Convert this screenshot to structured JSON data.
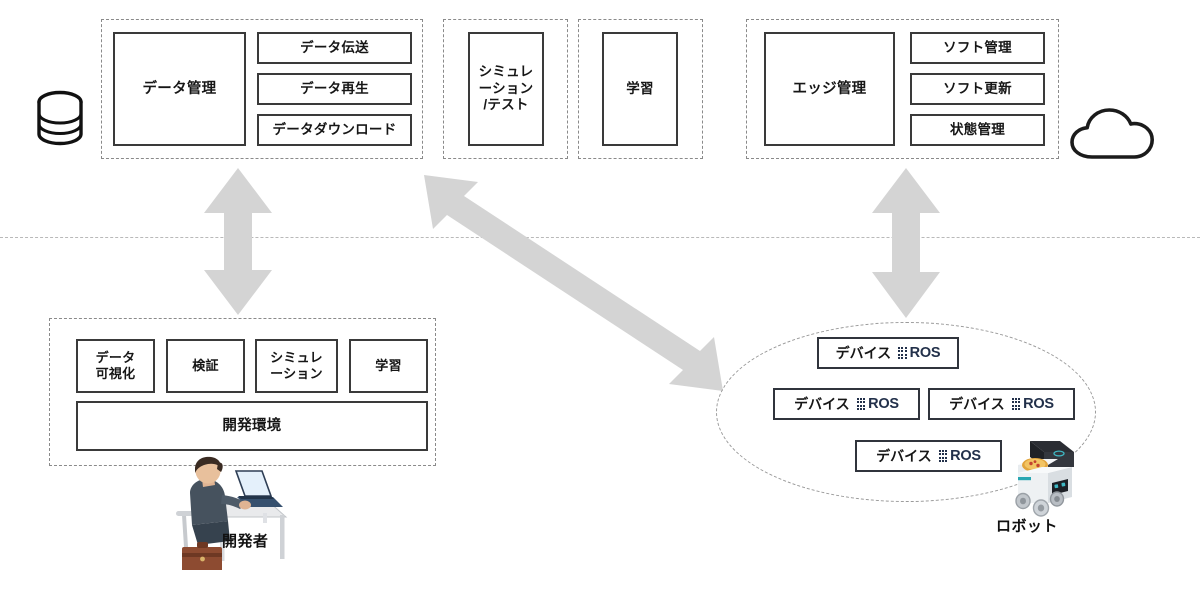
{
  "diagram": {
    "title": "Cloud / Edge robot development platform architecture",
    "separator_label": "cloud-edge-boundary",
    "colors": {
      "arrow_gray": "#d4d4d4",
      "group_dash": "#8a8a8a",
      "box_border": "#3a3a3a",
      "ros_navy": "#22304a",
      "separator": "#b9b9b9"
    }
  },
  "icons": {
    "database": "database-cylinder-icon",
    "cloud": "cloud-icon",
    "developer": "developer-at-desk-illustration",
    "robot": "delivery-robot-illustration"
  },
  "cloud_layer": {
    "group_data": {
      "main_box": "データ管理",
      "sub_boxes": [
        "データ伝送",
        "データ再生",
        "データダウンロード"
      ]
    },
    "group_sim": {
      "main_box": "シミュレ\nーション\n/テスト",
      "main_box_lines": [
        "シミュレ",
        "ーション",
        "/テスト"
      ]
    },
    "group_learn": {
      "main_box": "学習"
    },
    "group_edge": {
      "main_box": "エッジ管理",
      "sub_boxes": [
        "ソフト管理",
        "ソフト更新",
        "状態管理"
      ]
    }
  },
  "local_layer": {
    "dev_group": {
      "tools": [
        {
          "lines": [
            "データ",
            "可視化"
          ]
        },
        {
          "lines": [
            "検証"
          ]
        },
        {
          "lines": [
            "シミュレ",
            "ーション"
          ]
        },
        {
          "lines": [
            "学習"
          ]
        }
      ],
      "platform_box": "開発環境",
      "caption": "開発者"
    },
    "robot_group": {
      "devices": [
        {
          "label": "デバイス",
          "tech": "ROS"
        },
        {
          "label": "デバイス",
          "tech": "ROS"
        },
        {
          "label": "デバイス",
          "tech": "ROS"
        },
        {
          "label": "デバイス",
          "tech": "ROS"
        }
      ],
      "caption": "ロボット"
    }
  },
  "arrows": [
    {
      "name": "arrow-data-to-dev",
      "direction": "bidirectional-vertical"
    },
    {
      "name": "arrow-sim-to-robot",
      "direction": "bidirectional-diagonal"
    },
    {
      "name": "arrow-edge-to-robot",
      "direction": "bidirectional-vertical"
    }
  ]
}
